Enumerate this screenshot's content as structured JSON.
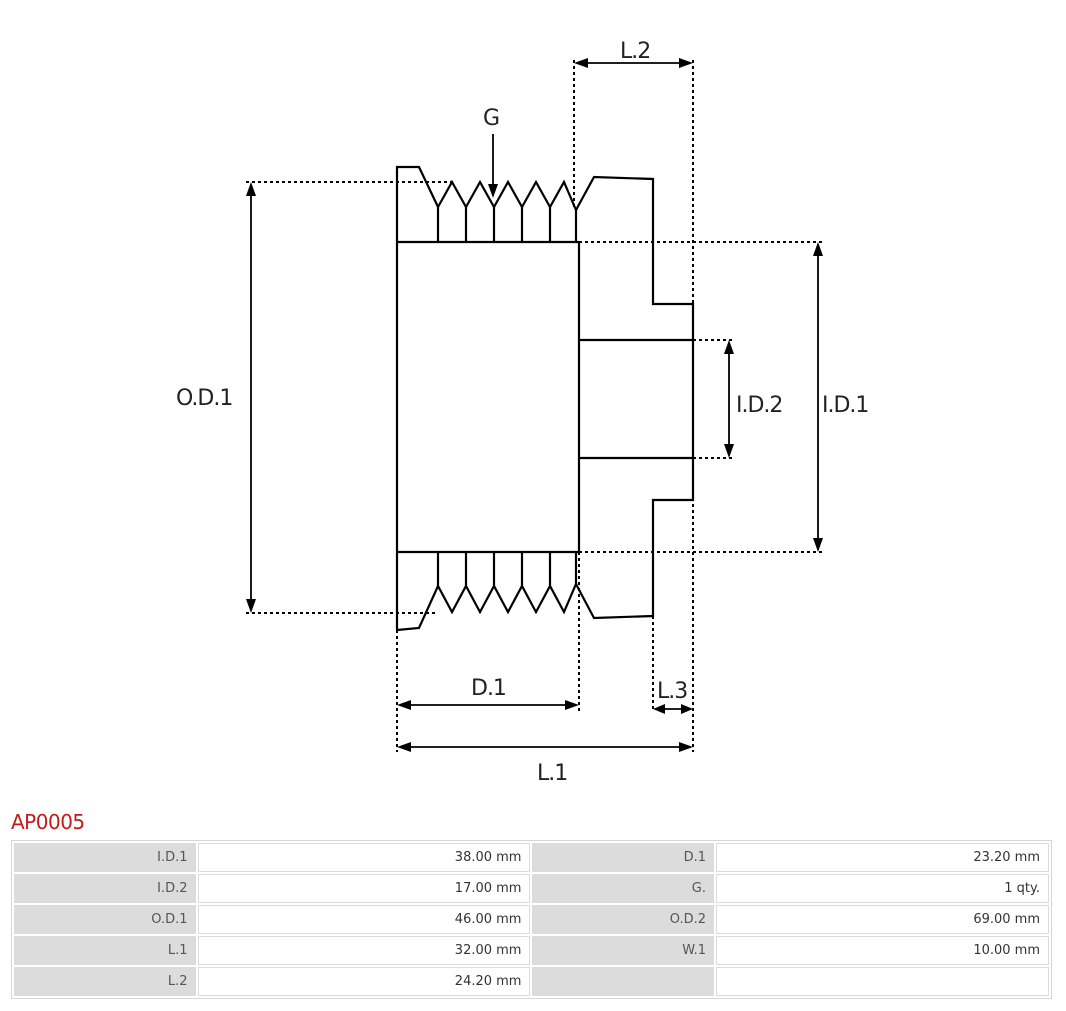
{
  "diagram": {
    "labels": {
      "g": "G",
      "l2": "L.2",
      "od1": "O.D.1",
      "id2": "I.D.2",
      "id1": "I.D.1",
      "d1": "D.1",
      "l3": "L.3",
      "l1": "L.1"
    }
  },
  "part": {
    "code": "AP0005"
  },
  "specs": [
    {
      "k1": "I.D.1",
      "v1": "38.00 mm",
      "k2": "D.1",
      "v2": "23.20 mm"
    },
    {
      "k1": "I.D.2",
      "v1": "17.00 mm",
      "k2": "G.",
      "v2": "1 qty."
    },
    {
      "k1": "O.D.1",
      "v1": "46.00 mm",
      "k2": "O.D.2",
      "v2": "69.00 mm"
    },
    {
      "k1": "L.1",
      "v1": "32.00 mm",
      "k2": "W.1",
      "v2": "10.00 mm"
    },
    {
      "k1": "L.2",
      "v1": "24.20 mm",
      "k2": "",
      "v2": ""
    }
  ]
}
